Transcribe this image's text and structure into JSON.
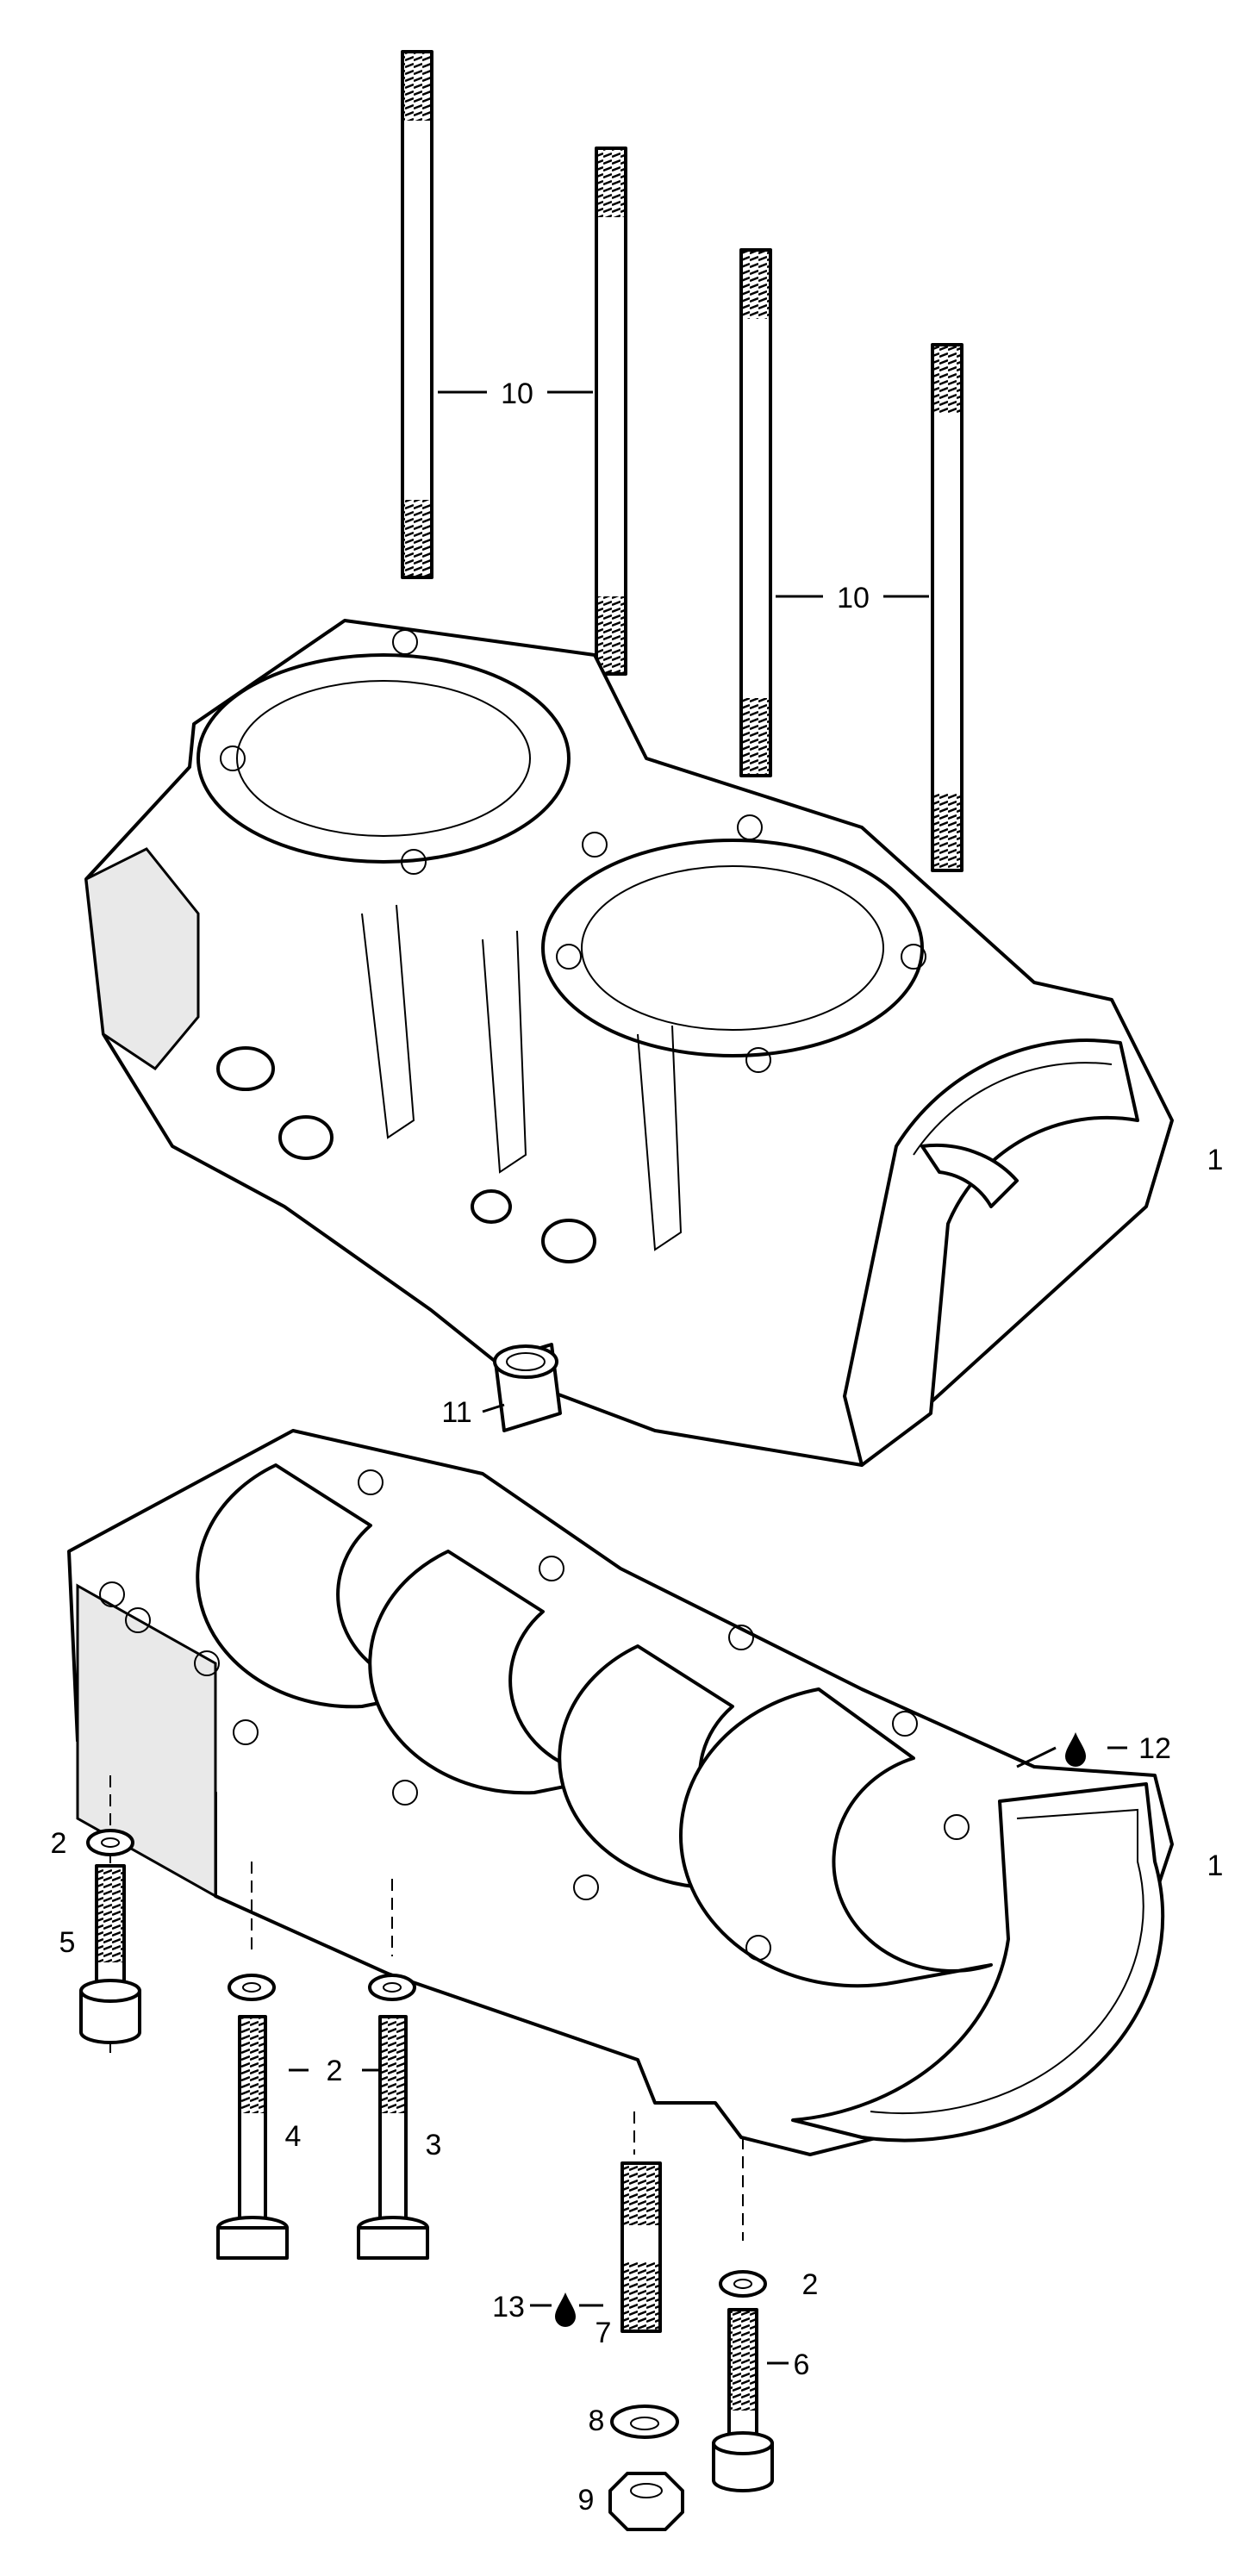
{
  "callouts": {
    "c1_upper": "1",
    "c1_lower": "1",
    "c2_a": "2",
    "c2_b": "2",
    "c2_c": "2",
    "c3": "3",
    "c4": "4",
    "c5": "5",
    "c6": "6",
    "c7": "7",
    "c8": "8",
    "c9": "9",
    "c10_a": "10",
    "c10_b": "10",
    "c11": "11",
    "c12": "12",
    "c13": "13"
  },
  "icons": {
    "sealant_drop": "drop-icon"
  }
}
